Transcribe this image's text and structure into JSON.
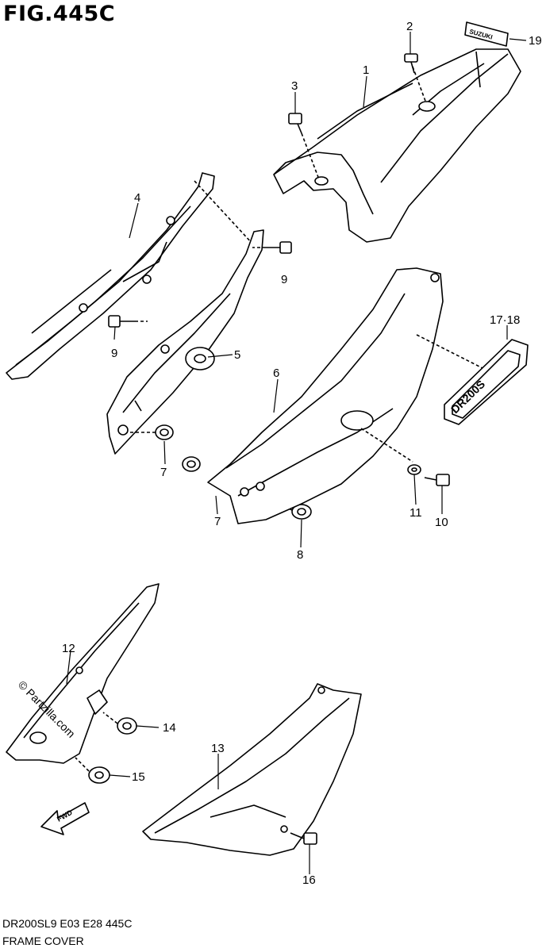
{
  "figure": {
    "title": "FIG.445C",
    "footer_model": "DR200SL9  E03  E28  445C",
    "footer_name": "FRAME COVER",
    "watermark": "© Partzilla.com",
    "fwd_label": "FWD",
    "emblem_lettering": "SUZUKI",
    "badge_lettering": "DR200S"
  },
  "callouts": [
    {
      "id": "c1",
      "label": "1"
    },
    {
      "id": "c2",
      "label": "2"
    },
    {
      "id": "c3",
      "label": "3"
    },
    {
      "id": "c4",
      "label": "4"
    },
    {
      "id": "c5",
      "label": "5"
    },
    {
      "id": "c6",
      "label": "6"
    },
    {
      "id": "c7a",
      "label": "7"
    },
    {
      "id": "c7b",
      "label": "7"
    },
    {
      "id": "c8",
      "label": "8"
    },
    {
      "id": "c9a",
      "label": "9"
    },
    {
      "id": "c9b",
      "label": "9"
    },
    {
      "id": "c10",
      "label": "10"
    },
    {
      "id": "c11",
      "label": "11"
    },
    {
      "id": "c12",
      "label": "12"
    },
    {
      "id": "c13",
      "label": "13"
    },
    {
      "id": "c14",
      "label": "14"
    },
    {
      "id": "c15",
      "label": "15"
    },
    {
      "id": "c16",
      "label": "16"
    },
    {
      "id": "c1718",
      "label": "17·18"
    },
    {
      "id": "c19",
      "label": "19"
    }
  ]
}
